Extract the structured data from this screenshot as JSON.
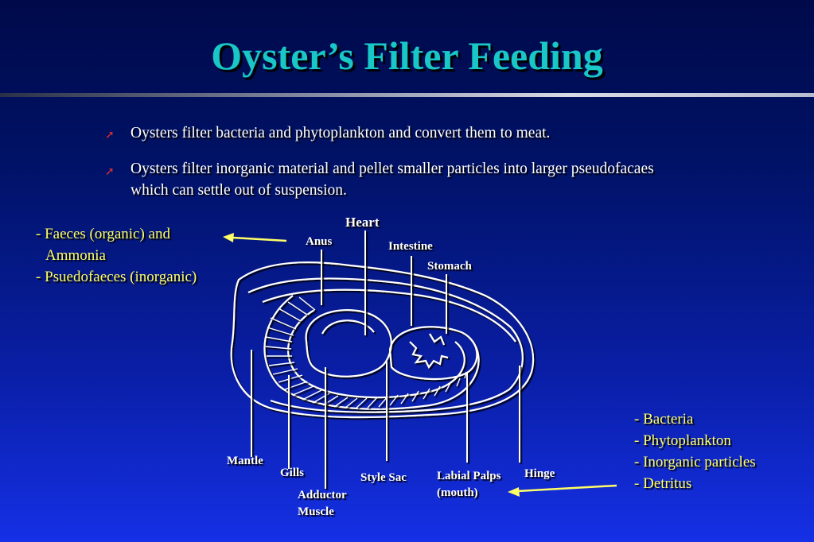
{
  "title": "Oyster’s Filter Feeding",
  "bullets": [
    {
      "marker": "➚",
      "text": "Oysters filter bacteria and phytoplankton and convert them to meat."
    },
    {
      "marker": "➚",
      "text": "Oysters filter inorganic material and pellet smaller particles into larger pseudofacaes which can settle out of suspension."
    }
  ],
  "labels": {
    "heart": "Heart",
    "anus": "Anus",
    "intestine": "Intestine",
    "stomach": "Stomach",
    "mantle": "Mantle",
    "gills": "Gills",
    "adductor_1": "Adductor",
    "adductor_2": "Muscle",
    "style_sac": "Style Sac",
    "labial_1": "Labial Palps",
    "labial_2": "(mouth)",
    "hinge": "Hinge"
  },
  "outputs": [
    "- Faeces (organic) and",
    "Ammonia",
    "- Psuedofaeces (inorganic)"
  ],
  "inputs": [
    "- Bacteria",
    "- Phytoplankton",
    "- Inorganic particles",
    "- Detritus"
  ],
  "colors": {
    "title": "#19c6c8",
    "bullet_marker": "#e03030",
    "side_text": "#ffff66",
    "arrow": "#ffff66"
  }
}
